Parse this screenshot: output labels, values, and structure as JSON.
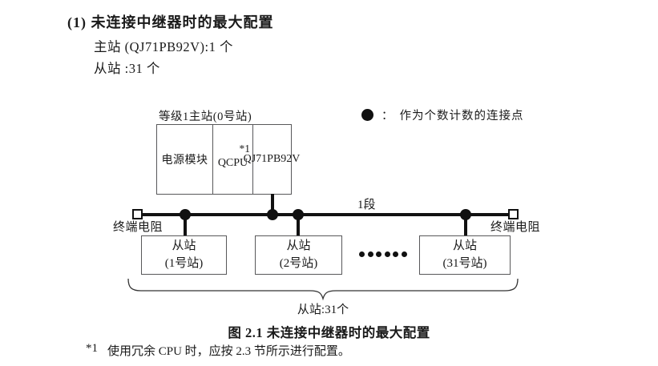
{
  "header": {
    "heading": "(1) 未连接中继器时的最大配置",
    "master_count_line": "主站 (QJ71PB92V):1 个",
    "slave_count_line": "从站 :31 个"
  },
  "legend": {
    "icon": "filled-circle",
    "separator": "：",
    "label": "作为个数计数的连接点"
  },
  "diagram": {
    "master_label": "等级1主站(0号站)",
    "master_cells": {
      "power": "电源模块",
      "cpu": "QCPU",
      "cpu_note": "*1",
      "pb_line1": "QJ71",
      "pb_line2": "PB92V"
    },
    "segment_label": "1段",
    "terminator_left": "终端电阻",
    "terminator_right": "终端电阻",
    "slaves": [
      {
        "line1": "从站",
        "line2": "(1号站)"
      },
      {
        "line1": "从站",
        "line2": "(2号站)"
      },
      {
        "line1": "从站",
        "line2": "(31号站)"
      }
    ],
    "ellipsis_dot_count": 6,
    "brace_label": "从站:31个"
  },
  "caption": "图 2.1 未连接中继器时的最大配置",
  "footnote": {
    "marker": "*1",
    "text": "使用冗余 CPU 时，应按 2.3 节所示进行配置。"
  },
  "colors": {
    "text": "#1a1a1a",
    "line": "#111111",
    "box_border": "#58585a",
    "background": "#ffffff"
  }
}
